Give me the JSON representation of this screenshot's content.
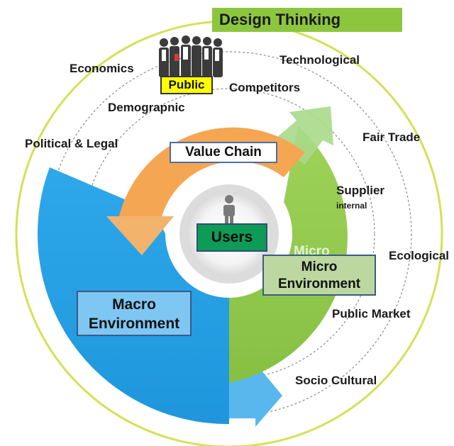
{
  "title": "Design Thinking",
  "core": {
    "label": "Users"
  },
  "segments": {
    "value_chain": "Value Chain",
    "micro": [
      "Micro",
      "Environment"
    ],
    "macro": [
      "Macro",
      "Environment"
    ],
    "micro_ghost": "Micro"
  },
  "public_label": "Public",
  "outer_labels": {
    "economics": "Economics",
    "technological": "Technological",
    "competitors": "Competitors",
    "demographic": "Demograpnic",
    "political_legal": "Political & Legal",
    "fair_trade": "Fair Trade",
    "supplier": "Supplier",
    "internal": "internal",
    "ecological": "Ecological",
    "public_market": "Public Market",
    "socio_cultural": "Socio Cultural"
  },
  "colors": {
    "outer_ring": "#d4e157",
    "macro": "#29a3e6",
    "micro": "#8cc63f",
    "value_chain": "#f5a653",
    "users": "#0e9b58",
    "title_bg": "#8cc63f",
    "public_bg": "#ffff00"
  }
}
